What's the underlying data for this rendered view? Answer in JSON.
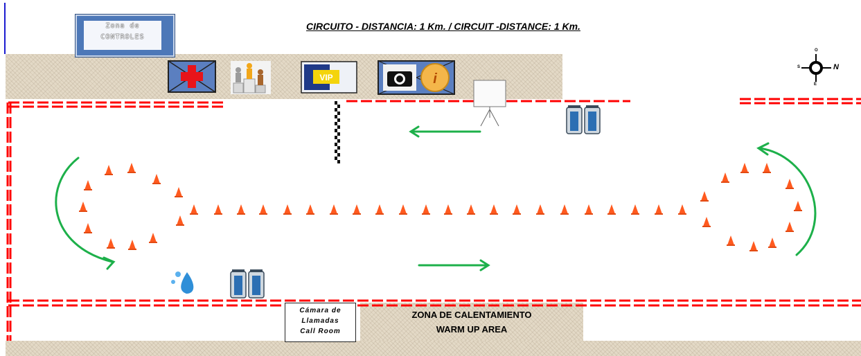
{
  "title": "CIRCUITO - DISTANCIA: 1 Km. / CIRCUIT -DISTANCE: 1 Km.",
  "controls_box": {
    "line1": "Zona de",
    "line2": "CONTROLES"
  },
  "call_room": {
    "line1": "Cámara de",
    "line2": "Llamadas",
    "line3": "Call Room"
  },
  "warmup": {
    "line1": "ZONA DE CALENTAMIENTO",
    "line2": "WARM UP AREA"
  },
  "compass": {
    "north": "N",
    "small_left": "S",
    "small_top": "O",
    "small_bottom": "E"
  },
  "icons": [
    "first-aid-icon",
    "podium-icon",
    "vip-icon",
    "camera-icon",
    "info-icon",
    "projector-screen-icon",
    "portable-toilet-icon",
    "water-drop-icon",
    "finish-line-flag",
    "traffic-cone-icon",
    "direction-arrow"
  ],
  "colors": {
    "barrier": "#ff0000",
    "arrow": "#1db04a",
    "cone": "#ff5a1f",
    "sign_blue": "#4d78b8",
    "sand": "#e3d9c6"
  }
}
